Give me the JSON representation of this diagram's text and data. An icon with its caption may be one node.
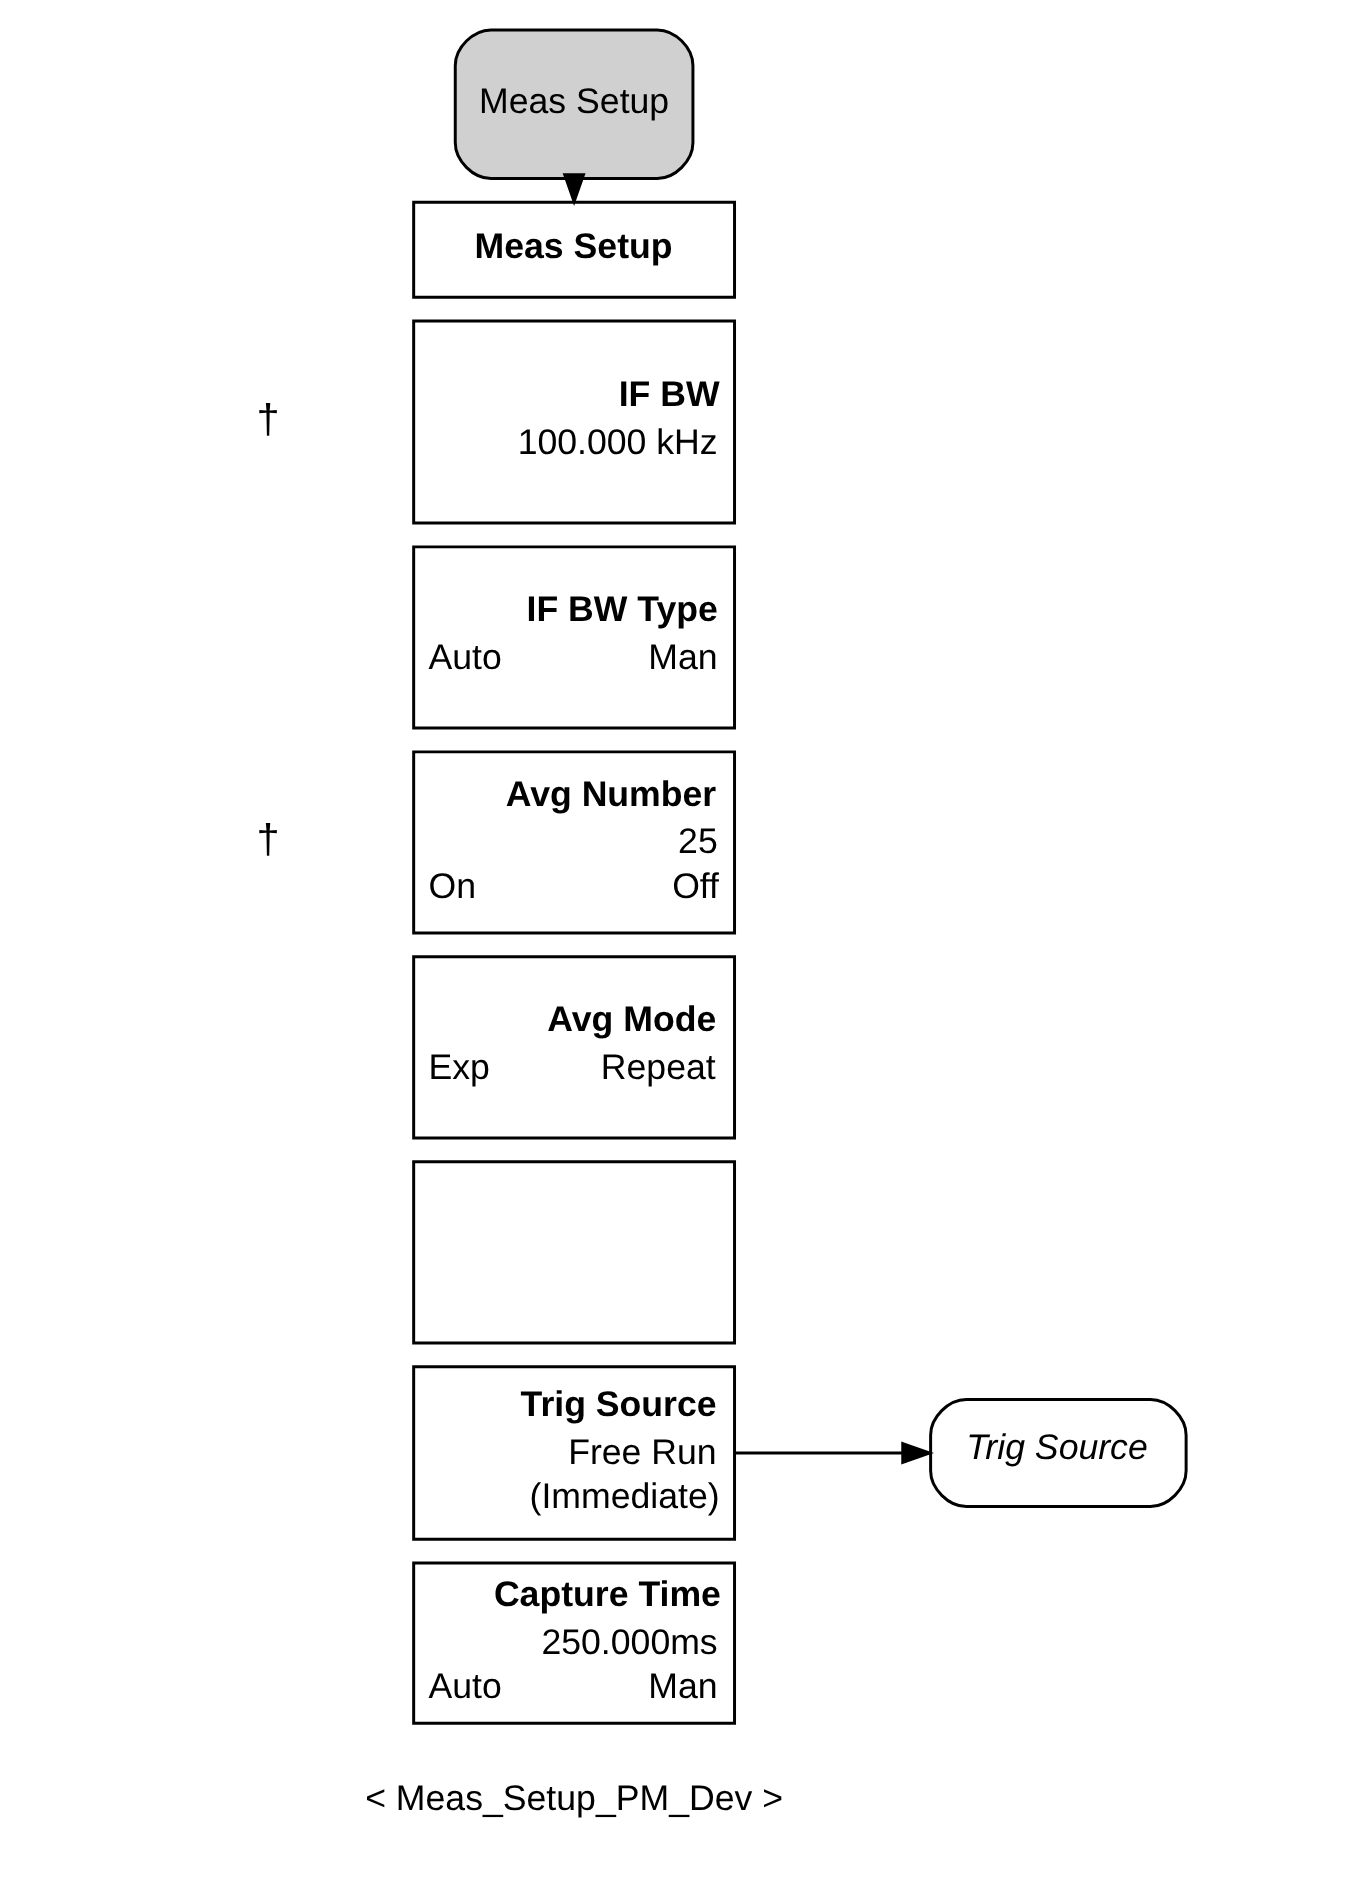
{
  "diagram": {
    "nodes": [
      {
        "text": [
          "Meas Setup"
        ]
      },
      {
        "text": [
          "Meas Setup"
        ]
      },
      {
        "text": [
          "IF BW",
          "100.000 kHz"
        ],
        "beside": [
          "†"
        ]
      },
      {
        "text": [
          "IF BW Type",
          "Auto",
          "Man"
        ]
      },
      {
        "text": [
          "Avg Number",
          "25",
          "On",
          "Off"
        ],
        "beside": [
          "†"
        ]
      },
      {
        "text": [
          "Avg Mode",
          "Exp",
          "Repeat"
        ]
      },
      {
        "text": [],
        "shape": "box"
      },
      {
        "text": [
          "Trig Source",
          "Free Run",
          "(Immediate)"
        ]
      },
      {
        "text": [
          "Capture Time",
          "250.000ms",
          "Auto",
          "Man"
        ]
      },
      {
        "text": [
          "Trig Source"
        ]
      }
    ],
    "edges": [
      {
        "from": 0,
        "to": 1,
        "arrow": "to"
      },
      {
        "from": 7,
        "to": 9,
        "arrow": "to"
      }
    ],
    "labels": [
      "< Meas_Setup_PM_Dev >"
    ]
  }
}
